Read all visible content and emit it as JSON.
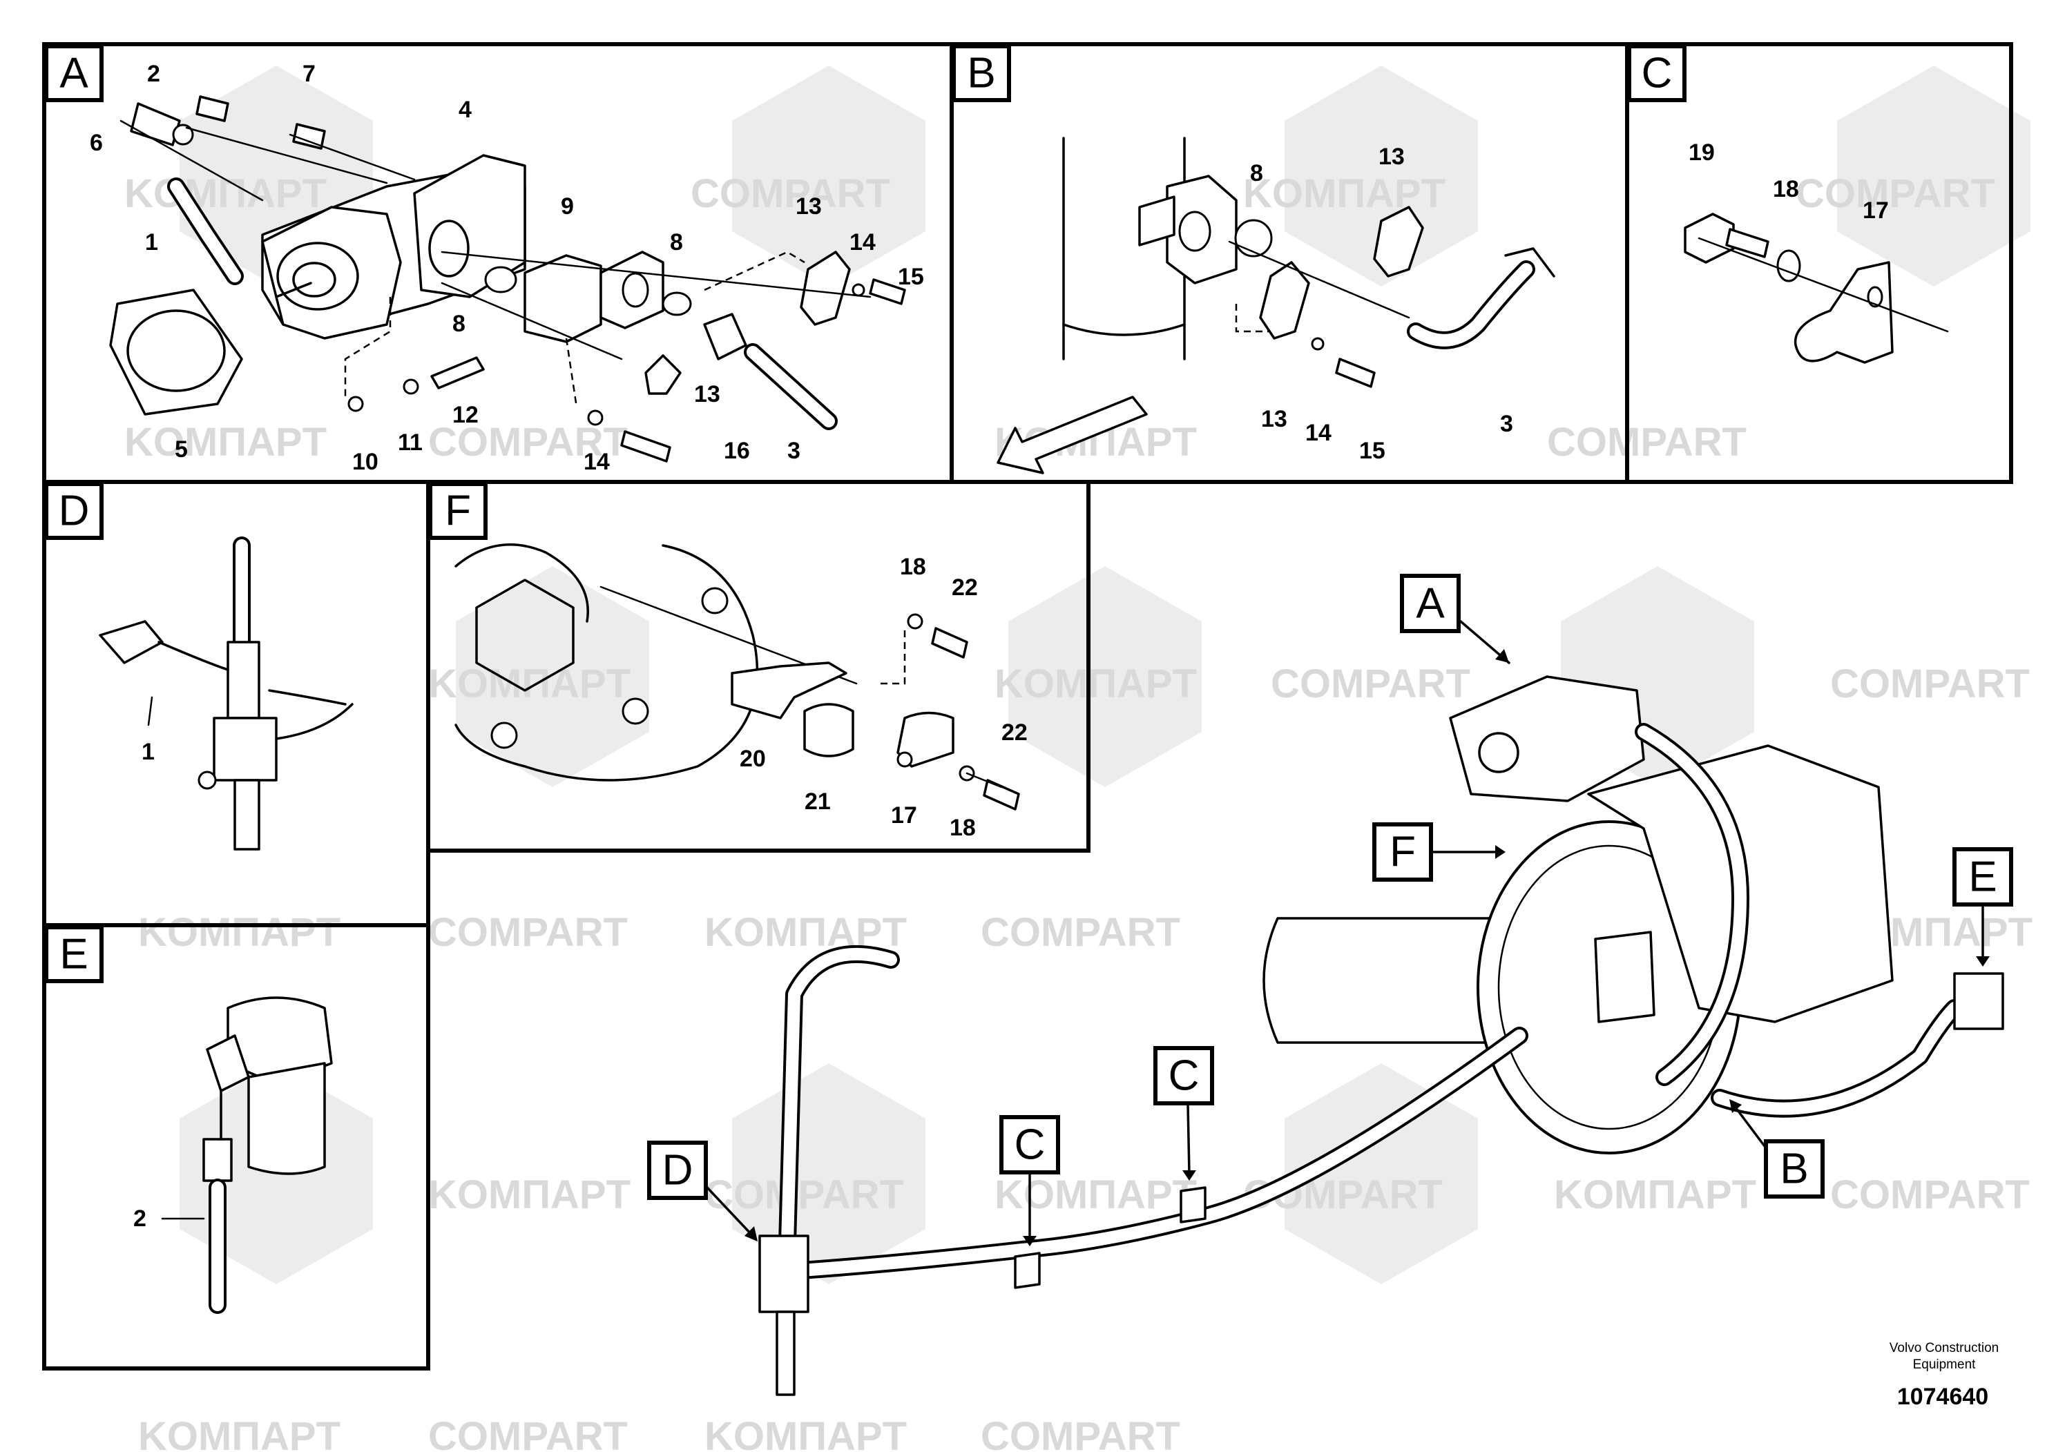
{
  "watermark": {
    "cyrillic": "KOMПAPT",
    "latin": "COMPART"
  },
  "panels": {
    "A": {
      "label": "A",
      "callouts": [
        "2",
        "7",
        "6",
        "4",
        "1",
        "9",
        "13",
        "14",
        "8",
        "15",
        "5",
        "10",
        "11",
        "12",
        "8",
        "14",
        "16",
        "3",
        "13"
      ]
    },
    "B": {
      "label": "B",
      "callouts": [
        "8",
        "13",
        "13",
        "14",
        "15",
        "3"
      ]
    },
    "C": {
      "label": "C",
      "callouts": [
        "19",
        "18",
        "17"
      ]
    },
    "D": {
      "label": "D",
      "callouts": [
        "1"
      ]
    },
    "F": {
      "label": "F",
      "callouts": [
        "18",
        "22",
        "20",
        "21",
        "17",
        "22",
        "18"
      ]
    },
    "E": {
      "label": "E",
      "callouts": [
        "2"
      ]
    }
  },
  "overview_tags": [
    "A",
    "F",
    "E",
    "C",
    "C",
    "D",
    "B"
  ],
  "footer": {
    "credit_line1": "Volvo Construction",
    "credit_line2": "Equipment",
    "doc_number": "1074640"
  }
}
